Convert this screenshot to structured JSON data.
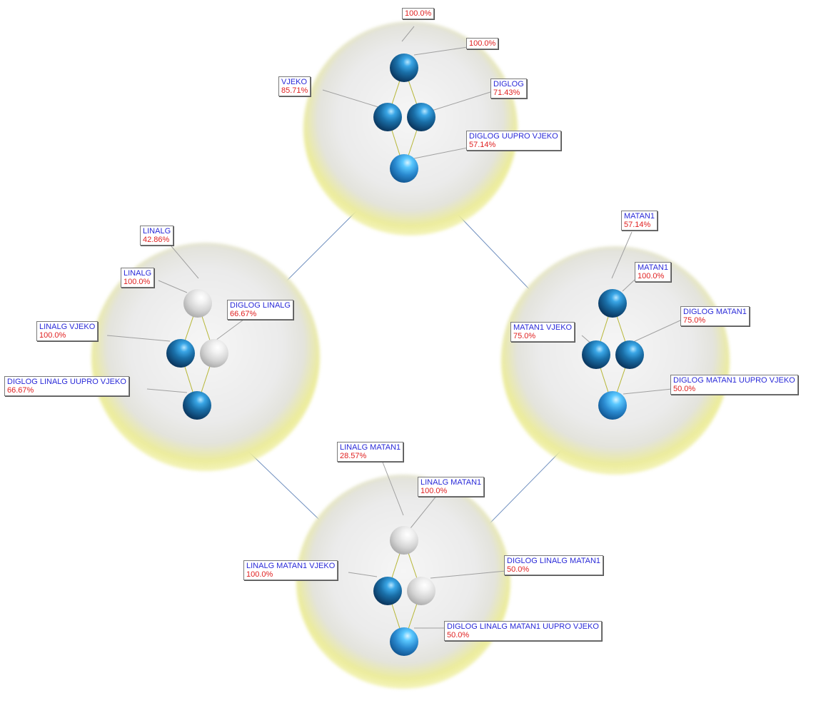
{
  "colors": {
    "name_text": "#2a2ad8",
    "percent_text": "#e02020",
    "connector": "#6f8fbf",
    "edge": "#b6b636",
    "leader": "#a0a0a0"
  },
  "clusters": [
    {
      "id": "top",
      "labels": [
        {
          "name": "",
          "pct": "100.0%"
        },
        {
          "name": "",
          "pct": "100.0%"
        },
        {
          "name": "VJEKO",
          "pct": "85.71%"
        },
        {
          "name": "DIGLOG",
          "pct": "71.43%"
        },
        {
          "name": "DIGLOG UUPRO VJEKO",
          "pct": "57.14%"
        }
      ],
      "nodes": [
        "blue",
        "blue",
        "blue",
        "lightblue"
      ]
    },
    {
      "id": "left",
      "labels": [
        {
          "name": "LINALG",
          "pct": "42.86%"
        },
        {
          "name": "LINALG",
          "pct": "100.0%"
        },
        {
          "name": "DIGLOG LINALG",
          "pct": "66.67%"
        },
        {
          "name": "LINALG VJEKO",
          "pct": "100.0%"
        },
        {
          "name": "DIGLOG LINALG UUPRO VJEKO",
          "pct": "66.67%"
        }
      ],
      "nodes": [
        "gray",
        "blue",
        "gray",
        "blue"
      ]
    },
    {
      "id": "right",
      "labels": [
        {
          "name": "MATAN1",
          "pct": "57.14%"
        },
        {
          "name": "MATAN1",
          "pct": "100.0%"
        },
        {
          "name": "DIGLOG MATAN1",
          "pct": "75.0%"
        },
        {
          "name": "MATAN1 VJEKO",
          "pct": "75.0%"
        },
        {
          "name": "DIGLOG MATAN1 UUPRO VJEKO",
          "pct": "50.0%"
        }
      ],
      "nodes": [
        "blue",
        "blue",
        "blue",
        "lightblue"
      ]
    },
    {
      "id": "bottom",
      "labels": [
        {
          "name": "LINALG MATAN1",
          "pct": "28.57%"
        },
        {
          "name": "LINALG MATAN1",
          "pct": "100.0%"
        },
        {
          "name": "LINALG MATAN1 VJEKO",
          "pct": "100.0%"
        },
        {
          "name": "DIGLOG LINALG MATAN1",
          "pct": "50.0%"
        },
        {
          "name": "DIGLOG LINALG MATAN1 UUPRO VJEKO",
          "pct": "50.0%"
        }
      ],
      "nodes": [
        "gray",
        "blue",
        "gray",
        "lightblue"
      ]
    }
  ]
}
